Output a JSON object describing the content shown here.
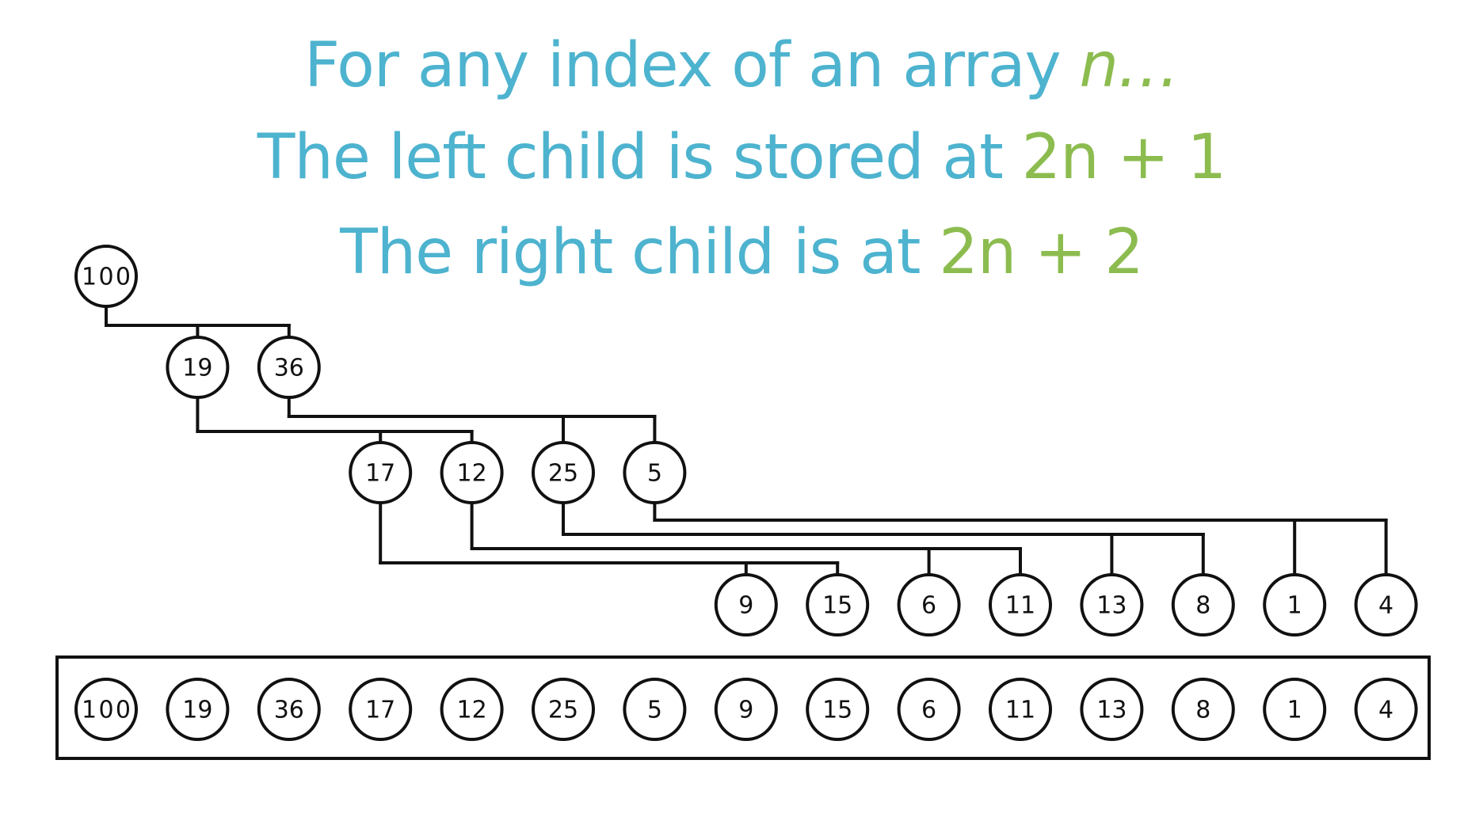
{
  "heading": {
    "line1": {
      "text": "For any index of an array ",
      "variable": "n…"
    },
    "line2": {
      "text": "The left child is stored at ",
      "formula": "2n + 1"
    },
    "line3": {
      "text": "The right child is at ",
      "formula": "2n + 2"
    }
  },
  "colors": {
    "text_blue": "#4db3cf",
    "formula_green": "#8cbc4f",
    "stroke": "#111111"
  },
  "heap": {
    "values": [
      "100",
      "19",
      "36",
      "17",
      "12",
      "25",
      "5",
      "9",
      "15",
      "6",
      "11",
      "13",
      "8",
      "1",
      "4"
    ]
  }
}
